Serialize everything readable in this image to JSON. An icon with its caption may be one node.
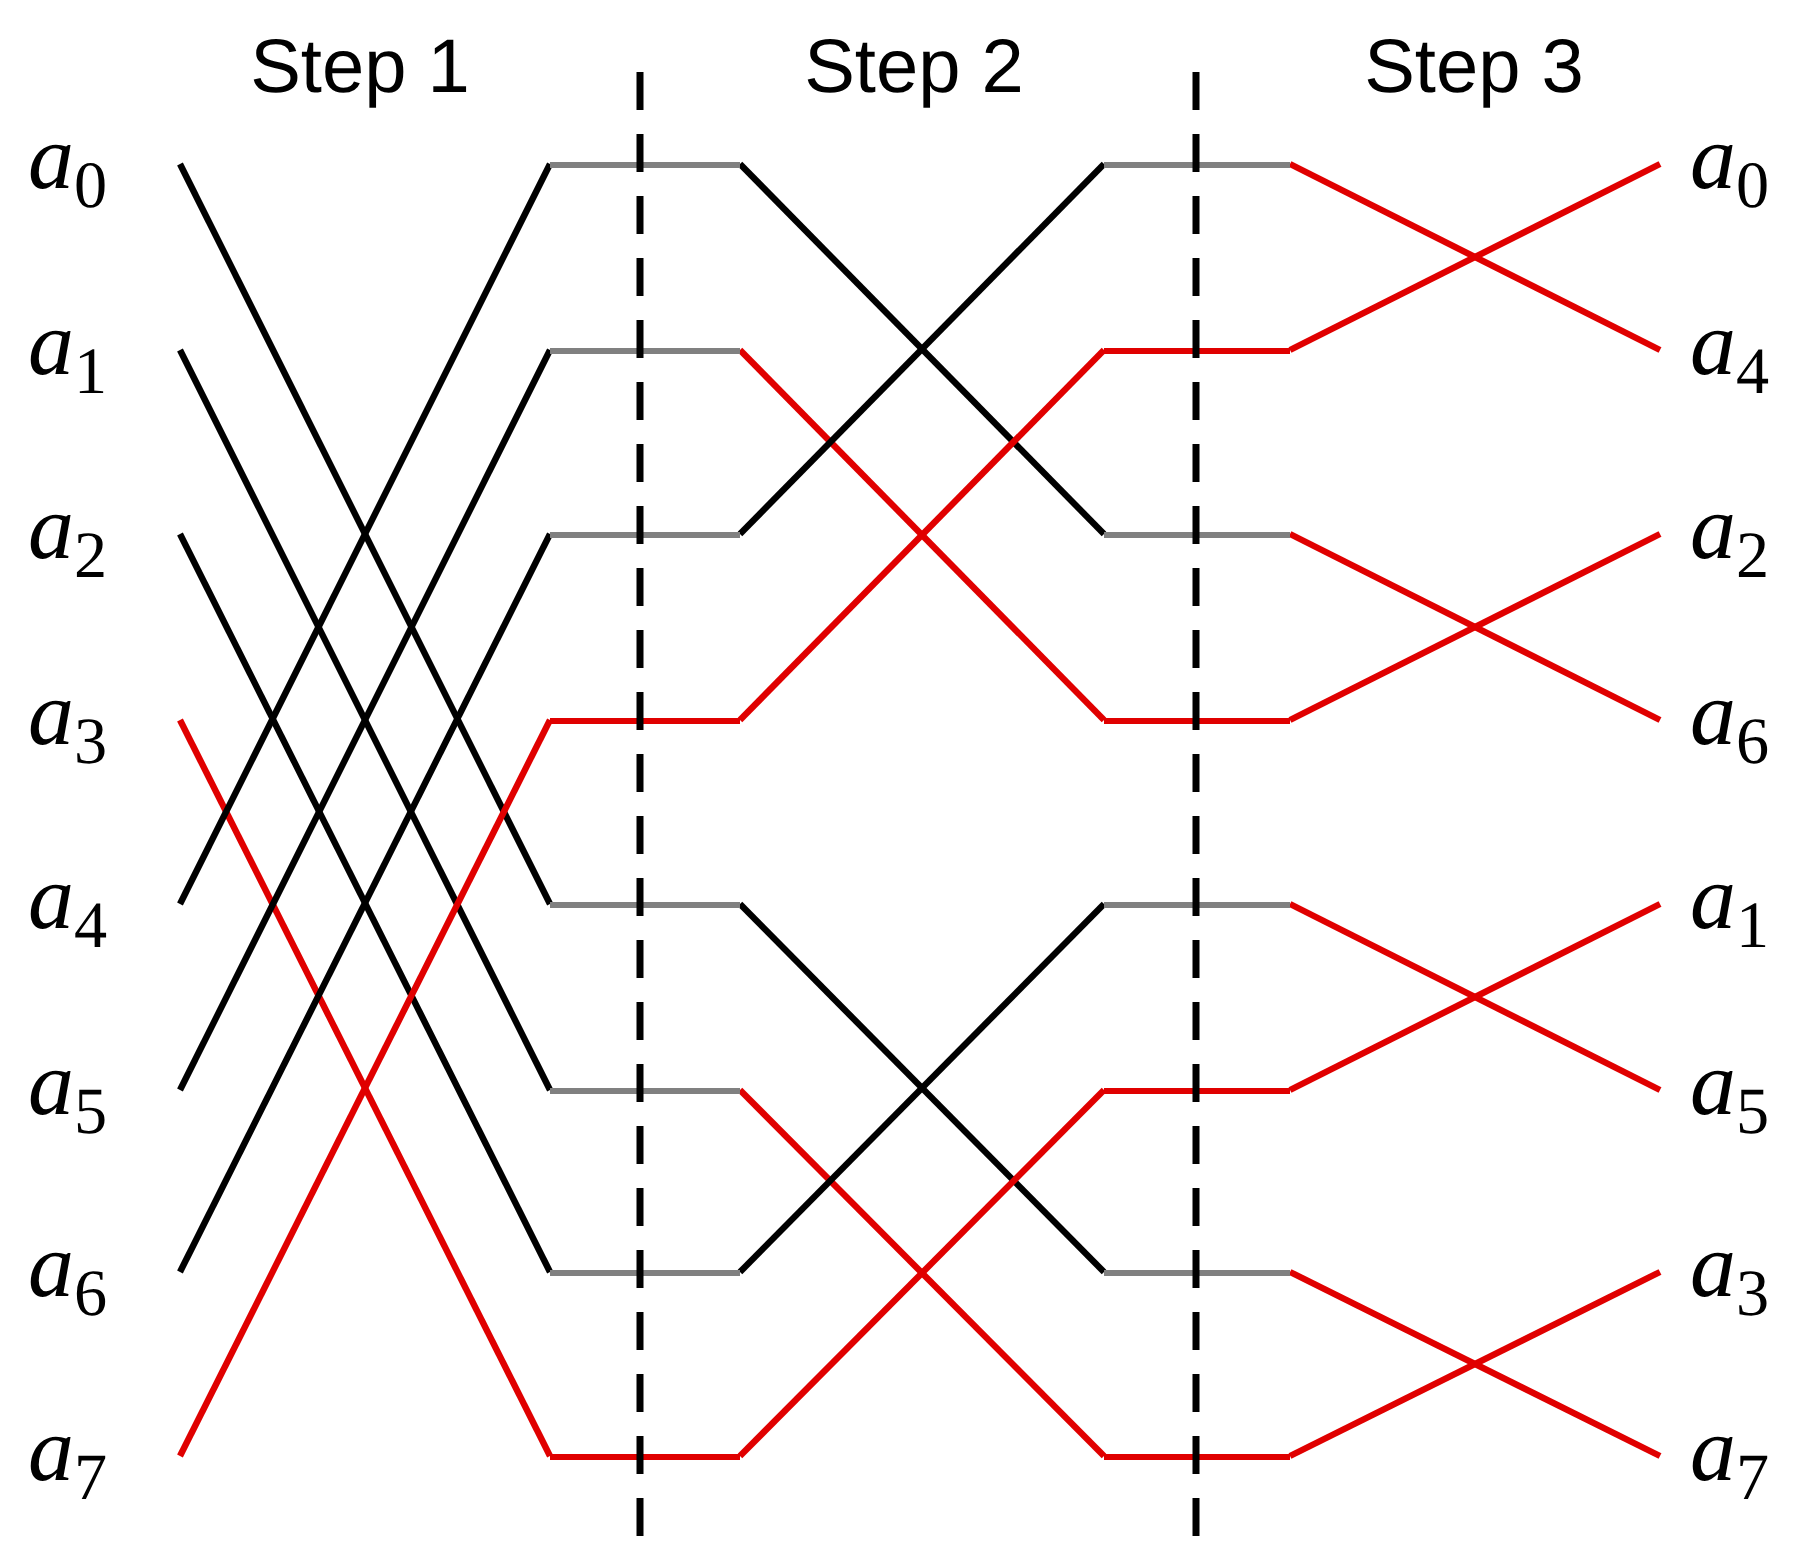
{
  "diagram": {
    "nodes": [
      {
        "text": [
          "*a*$_{0}$"
        ]
      },
      {
        "text": [
          "*a*$_{1}$"
        ]
      },
      {
        "text": [
          "*a*$_{2}$"
        ]
      },
      {
        "text": [
          "*a*$_{3}$"
        ]
      },
      {
        "text": [
          "*a*$_{4}$"
        ]
      },
      {
        "text": [
          "*a*$_{5}$"
        ]
      },
      {
        "text": [
          "*a*$_{6}$"
        ]
      },
      {
        "text": [
          "*a*$_{7}$"
        ]
      },
      {
        "text": [],
        "shape": "bar"
      },
      {
        "text": [],
        "shape": "bar"
      },
      {
        "text": [],
        "shape": "bar"
      },
      {
        "text": [],
        "shape": "bar"
      },
      {
        "text": [],
        "shape": "bar"
      },
      {
        "text": [],
        "shape": "bar"
      },
      {
        "text": [],
        "shape": "bar"
      },
      {
        "text": [],
        "shape": "bar"
      },
      {
        "text": [],
        "shape": "bar"
      },
      {
        "text": [],
        "shape": "bar"
      },
      {
        "text": [],
        "shape": "bar"
      },
      {
        "text": [],
        "shape": "bar"
      },
      {
        "text": [],
        "shape": "bar"
      },
      {
        "text": [],
        "shape": "bar"
      },
      {
        "text": [],
        "shape": "bar"
      },
      {
        "text": [],
        "shape": "bar"
      },
      {
        "text": [
          "*a*$_{0}$"
        ]
      },
      {
        "text": [
          "*a*$_{4}$"
        ]
      },
      {
        "text": [
          "*a*$_{2}$"
        ]
      },
      {
        "text": [
          "*a*$_{6}$"
        ]
      },
      {
        "text": [
          "*a*$_{1}$"
        ]
      },
      {
        "text": [
          "*a*$_{5}$"
        ]
      },
      {
        "text": [
          "*a*$_{3}$"
        ]
      },
      {
        "text": [
          "*a*$_{7}$"
        ]
      }
    ],
    "edges": [
      {
        "from": 0,
        "to": 12,
        "arrow": "none",
        "color": "#000000"
      },
      {
        "from": 1,
        "to": 13,
        "arrow": "none",
        "color": "#000000"
      },
      {
        "from": 2,
        "to": 14,
        "arrow": "none",
        "color": "#000000"
      },
      {
        "from": 3,
        "to": 15,
        "arrow": "none"
      },
      {
        "from": 4,
        "to": 8,
        "arrow": "none",
        "color": "#000000"
      },
      {
        "from": 5,
        "to": 9,
        "arrow": "none",
        "color": "#000000"
      },
      {
        "from": 6,
        "to": 10,
        "arrow": "none",
        "color": "#000000"
      },
      {
        "from": 7,
        "to": 11,
        "arrow": "none"
      },
      {
        "from": 8,
        "to": 18,
        "arrow": "none",
        "color": "#000000"
      },
      {
        "from": 9,
        "to": 19,
        "arrow": "none"
      },
      {
        "from": 10,
        "to": 16,
        "arrow": "none",
        "color": "#000000"
      },
      {
        "from": 11,
        "to": 17,
        "arrow": "none"
      },
      {
        "from": 12,
        "to": 22,
        "arrow": "none",
        "color": "#000000"
      },
      {
        "from": 13,
        "to": 23,
        "arrow": "none"
      },
      {
        "from": 14,
        "to": 20,
        "arrow": "none",
        "color": "#000000"
      },
      {
        "from": 15,
        "to": 21,
        "arrow": "none"
      },
      {
        "from": 16,
        "to": 25,
        "arrow": "none"
      },
      {
        "from": 17,
        "to": 24,
        "arrow": "none"
      },
      {
        "from": 18,
        "to": 27,
        "arrow": "none"
      },
      {
        "from": 19,
        "to": 26,
        "arrow": "none"
      },
      {
        "from": 20,
        "to": 29,
        "arrow": "none"
      },
      {
        "from": 21,
        "to": 28,
        "arrow": "none"
      },
      {
        "from": 22,
        "to": 31,
        "arrow": "none"
      },
      {
        "from": 23,
        "to": 30,
        "arrow": "none"
      }
    ],
    "labels": [
      "Step 1",
      "Step 2",
      "Step 3"
    ]
  }
}
